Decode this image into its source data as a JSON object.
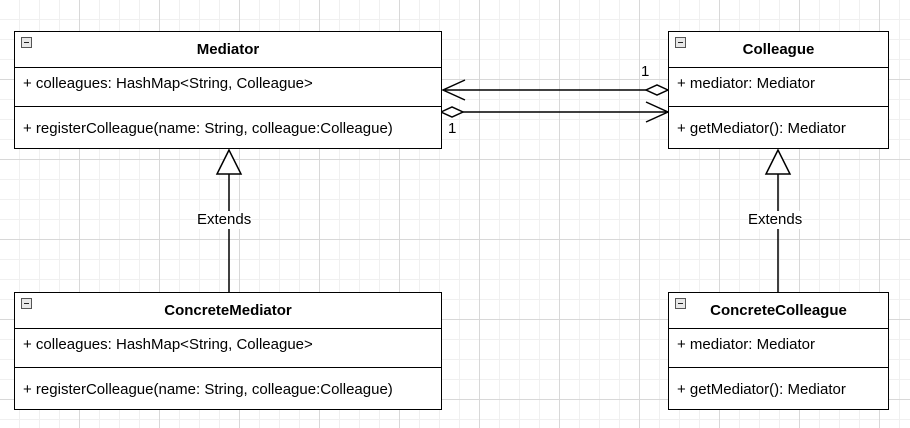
{
  "classes": {
    "mediator": {
      "name": "Mediator",
      "attribute": "+ colleagues: HashMap<String, Colleague>",
      "operation": "+ registerColleague(name: String, colleague:Colleague)"
    },
    "colleague": {
      "name": "Colleague",
      "attribute": "+ mediator: Mediator",
      "operation": "+ getMediator(): Mediator"
    },
    "concrete_mediator": {
      "name": "ConcreteMediator",
      "attribute": "+ colleagues: HashMap<String, Colleague>",
      "operation": "+ registerColleague(name: String, colleague:Colleague)"
    },
    "concrete_colleague": {
      "name": "ConcreteColleague",
      "attribute": "+ mediator: Mediator",
      "operation": "+ getMediator(): Mediator"
    }
  },
  "relations": {
    "mediator_extends_label": "Extends",
    "colleague_extends_label": "Extends",
    "colleague_to_mediator_multiplicity": "1",
    "mediator_to_colleague_multiplicity": "1"
  },
  "colors": {
    "line": "#000000",
    "box_fill": "#ffffff",
    "grid_major": "#d8d8d8",
    "grid_minor": "#f0f0f0"
  },
  "icons": {
    "class_collapse": "minus-box-icon"
  }
}
